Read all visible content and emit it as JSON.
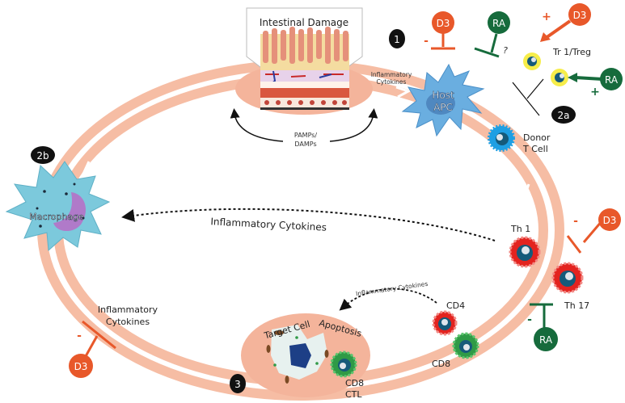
{
  "colors": {
    "ring": "#f6bda4",
    "d3": "#e8582a",
    "ra": "#166b3c",
    "apc": "#6aaee0",
    "donor_t": "#1f9fe3",
    "th_red": "#e3231f",
    "cd8_green": "#2f9a46",
    "macrophage": "#7cc9dc",
    "treg_glow": "#f5ea2a",
    "nucleus": "#155a7a",
    "badge": "#111111"
  },
  "labels": {
    "intestinal_damage": "Intestinal Damage",
    "inflammatory_cytokines_top_1": "Inflammatory",
    "inflammatory_cytokines_top_2": "Cytokines",
    "pamps_1": "PAMPs/",
    "pamps_2": "DAMPs",
    "host_apc_1": "Host",
    "host_apc_2": "APC",
    "donor_t_1": "Donor",
    "donor_t_2": "T Cell",
    "tr1_treg": "Tr 1/Treg",
    "macrophage": "Macrophage",
    "inflammatory_cytokines_mid": "Inflammatory Cytokines",
    "th1": "Th 1",
    "th17": "Th 17",
    "cd4": "CD4",
    "cd8": "CD8",
    "target_cell": "Target Cell",
    "apoptosis": "Apoptosis",
    "inflammatory_cytokines_small": "Inflammatory Cytokines",
    "cd8_ctl_1": "CD8",
    "cd8_ctl_2": "CTL",
    "inflammatory_cytokines_left_1": "Inflammatory",
    "inflammatory_cytokines_left_2": "Cytokines"
  },
  "badges": {
    "step1": "1",
    "step2a": "2a",
    "step2b": "2b",
    "step3": "3"
  },
  "regulators": {
    "d3_top": {
      "label": "D3",
      "sign": "-"
    },
    "ra_top": {
      "label": "RA",
      "sign": "?"
    },
    "d3_treg": {
      "label": "D3",
      "sign": "+"
    },
    "ra_treg": {
      "label": "RA",
      "sign": "+"
    },
    "d3_th": {
      "label": "D3",
      "sign": "-"
    },
    "ra_th17": {
      "label": "RA",
      "sign": "-"
    },
    "d3_left": {
      "label": "D3",
      "sign": "-"
    }
  }
}
